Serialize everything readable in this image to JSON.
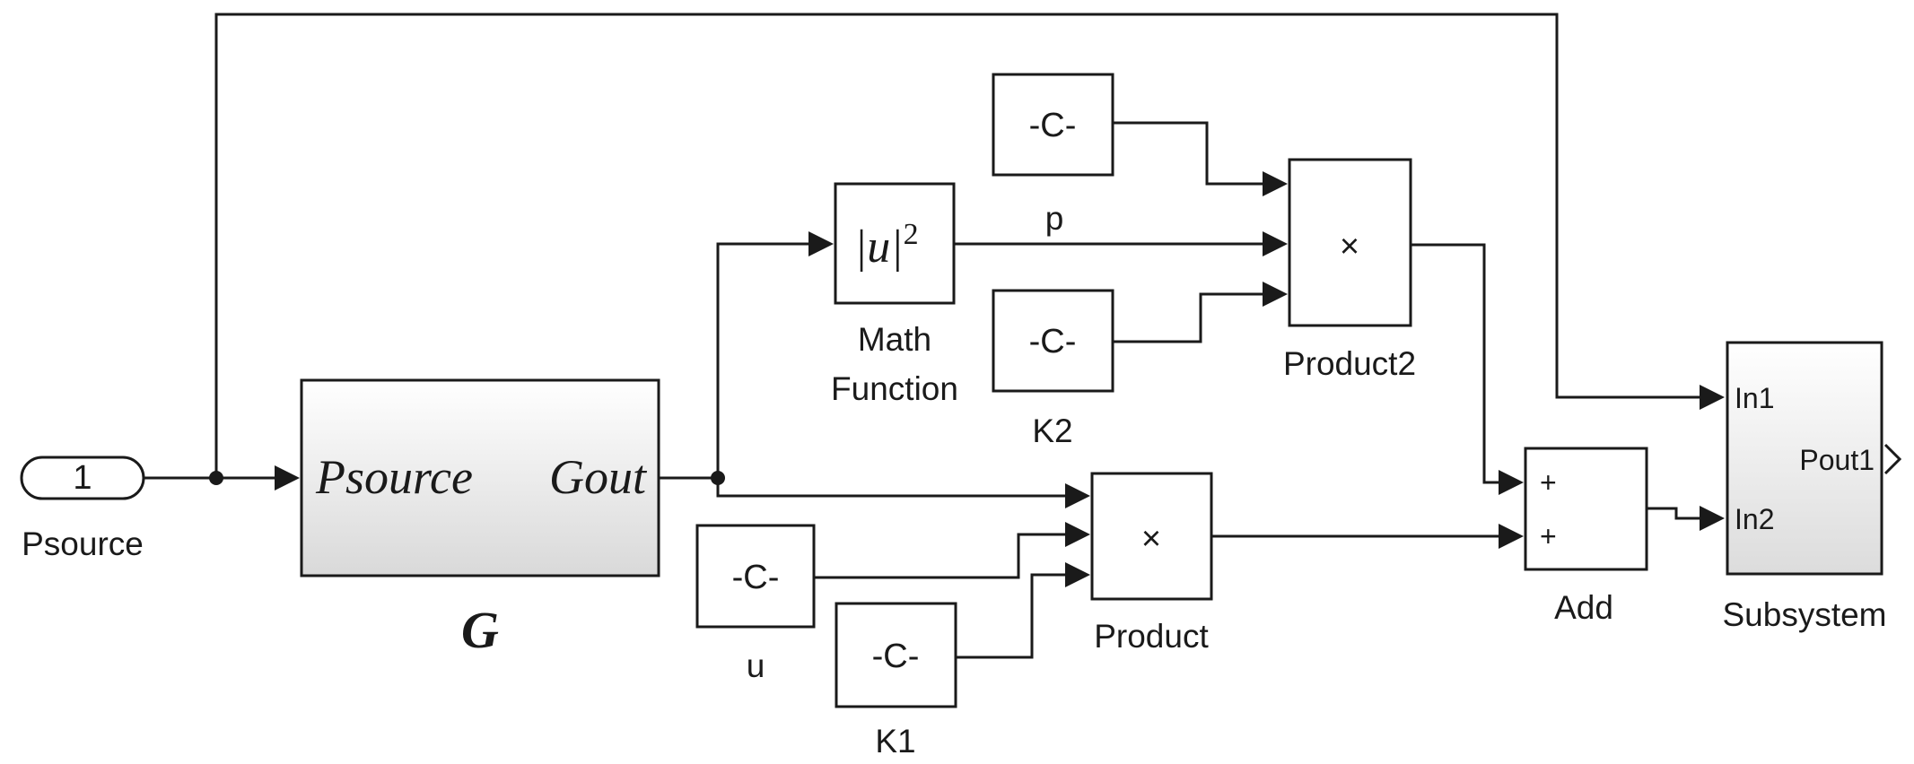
{
  "blocks": {
    "psource_in": {
      "port_number": "1",
      "label": "Psource"
    },
    "g_subsystem": {
      "in_port": "Psource",
      "out_port": "Gout",
      "label": "G"
    },
    "math_function": {
      "expr_base": "|u|",
      "expr_exp": "2",
      "label_line1": "Math",
      "label_line2": "Function"
    },
    "const_p": {
      "text": "-C-",
      "label": "p"
    },
    "const_k2": {
      "text": "-C-",
      "label": "K2"
    },
    "const_u": {
      "text": "-C-",
      "label": "u"
    },
    "const_k1": {
      "text": "-C-",
      "label": "K1"
    },
    "product2": {
      "symbol": "×",
      "label": "Product2"
    },
    "product": {
      "symbol": "×",
      "label": "Product"
    },
    "add": {
      "sign1": "+",
      "sign2": "+",
      "label": "Add"
    },
    "subsystem": {
      "in1": "In1",
      "in2": "In2",
      "out1": "Pout1",
      "label": "Subsystem"
    }
  }
}
